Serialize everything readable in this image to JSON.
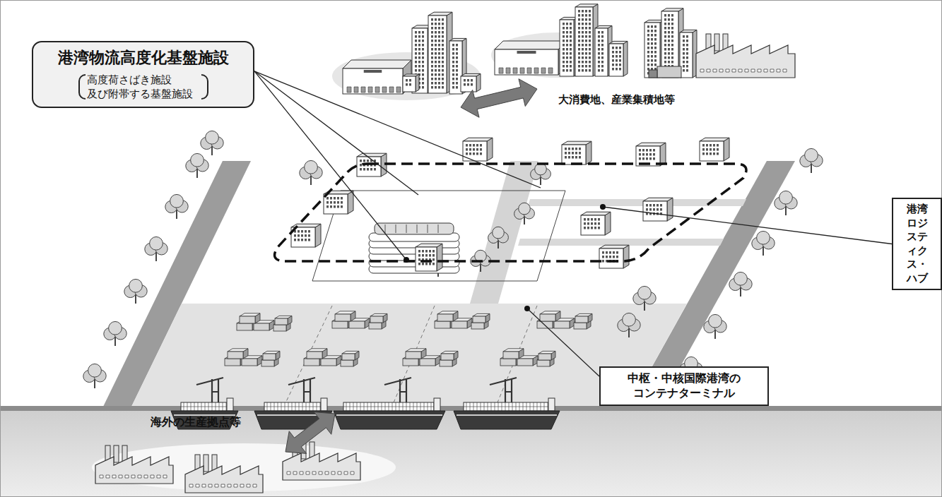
{
  "diagram": {
    "nodes": [
      {
        "text": [
          "港湾物流高度化基盤施設",
          "高度荷さばき施設 及び附帯する基盤施設"
        ]
      },
      {
        "text": [
          "港湾ロジスティクス・ハブ"
        ]
      },
      {
        "text": [
          "中枢・中核国際港湾の コンテナターミナル"
        ]
      }
    ],
    "labels": [
      "大消費地、産業集積地等",
      "海外の生産拠点等"
    ]
  }
}
